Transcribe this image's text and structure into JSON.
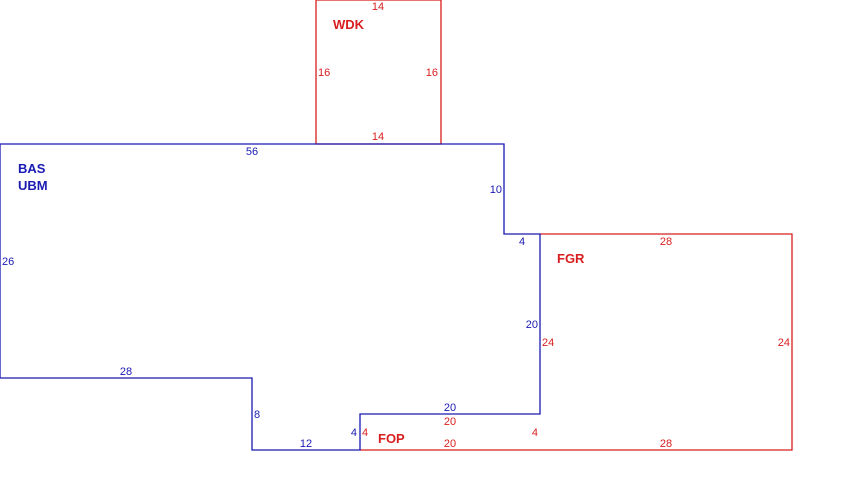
{
  "colors": {
    "blue": "#1a1ab4",
    "red": "#d81e1e"
  },
  "labels": {
    "bas": "BAS",
    "ubm": "UBM",
    "wdk": "WDK",
    "fgr": "FGR",
    "fop": "FOP"
  },
  "dimensions": {
    "wdk_top": "14",
    "wdk_left": "16",
    "wdk_right": "16",
    "wdk_bottom": "14",
    "bas_top": "56",
    "bas_right_upper": "10",
    "bas_step": "4",
    "bas_left": "26",
    "bas_bottom_left": "28",
    "bas_lower_step": "8",
    "bas_bottom_mid": "12",
    "bas_right_lower": "20",
    "bas_fop_top": "20",
    "bas_fop_side": "4",
    "fgr_top": "28",
    "fgr_left": "24",
    "fgr_right": "24",
    "fgr_bottom": "28",
    "fop_top": "20",
    "fop_bottom": "20",
    "fop_left": "4",
    "fop_right": "4"
  }
}
